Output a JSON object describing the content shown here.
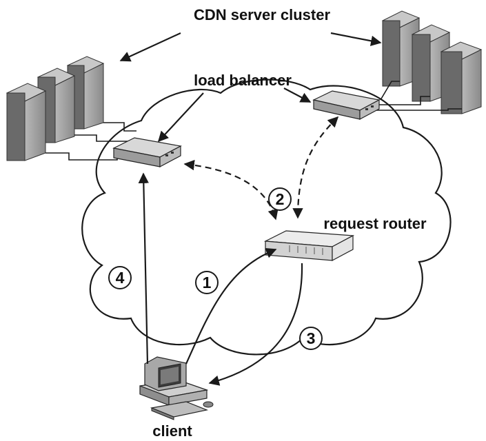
{
  "labels": {
    "cluster": "CDN server cluster",
    "load_balancer": "load balancer",
    "request_router": "request router",
    "client": "client"
  },
  "steps": [
    "1",
    "2",
    "3",
    "4"
  ],
  "colors": {
    "line": "#1a1a1a",
    "server_front": "#9a9a9a",
    "server_side": "#5e5e5e",
    "server_top": "#c4c4c4",
    "device": "#bdbdbd",
    "router": "#e2e2e2"
  }
}
